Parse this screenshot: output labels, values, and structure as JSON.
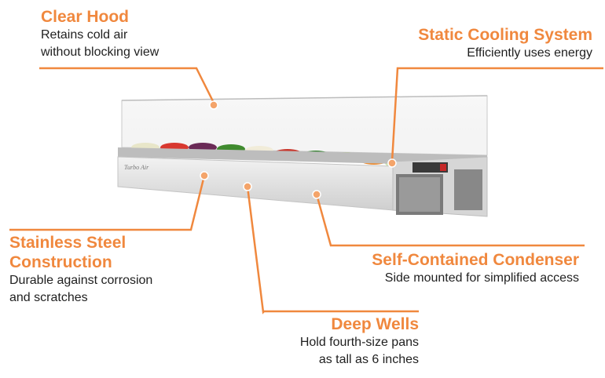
{
  "callouts": {
    "clear_hood": {
      "title": "Clear Hood",
      "desc": [
        "Retains cold air",
        "without blocking view"
      ]
    },
    "static_cooling": {
      "title": "Static Cooling System",
      "desc": [
        "Efficiently uses energy"
      ]
    },
    "stainless_steel": {
      "title": [
        "Stainless Steel",
        "Construction"
      ],
      "desc": [
        "Durable against corrosion",
        "and scratches"
      ]
    },
    "condenser": {
      "title": "Self-Contained Condenser",
      "desc": [
        "Side mounted for simplified access"
      ]
    },
    "deep_wells": {
      "title": "Deep Wells",
      "desc": [
        "Hold fourth-size pans",
        "as tall as 6 inches"
      ]
    }
  },
  "colors": {
    "accent": "#f0883e",
    "text": "#1f1f1f",
    "steel": "#dcdcdc"
  },
  "product": {
    "brand_mark": "Turbo Air"
  }
}
